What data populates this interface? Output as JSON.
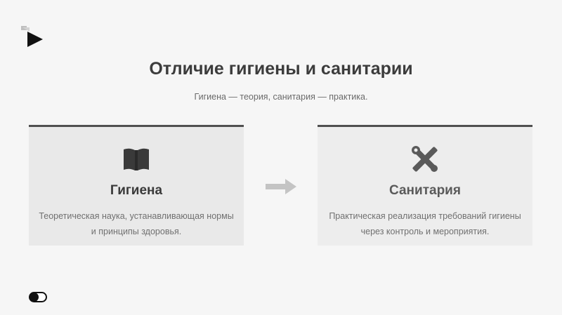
{
  "slide": {
    "title": "Отличие гигиены и санитарии",
    "subtitle": "Гигиена — теория, санитария — практика."
  },
  "cards": [
    {
      "title": "Гигиена",
      "text": "Теоретическая наука, устанавливающая нормы и принципы здоровья.",
      "icon": "book-icon"
    },
    {
      "title": "Санитария",
      "text": "Практическая реализация требований гигиены через контроль и мероприятия.",
      "icon": "tools-icon"
    }
  ],
  "connector": {
    "icon": "arrow-right-icon"
  },
  "controls": {
    "play_icon": "play-icon",
    "toggle_icon": "toggle-icon"
  },
  "colors": {
    "background": "#f6f6f6",
    "card_border": "#505050",
    "title": "#3c3c3c",
    "text": "#707070"
  }
}
